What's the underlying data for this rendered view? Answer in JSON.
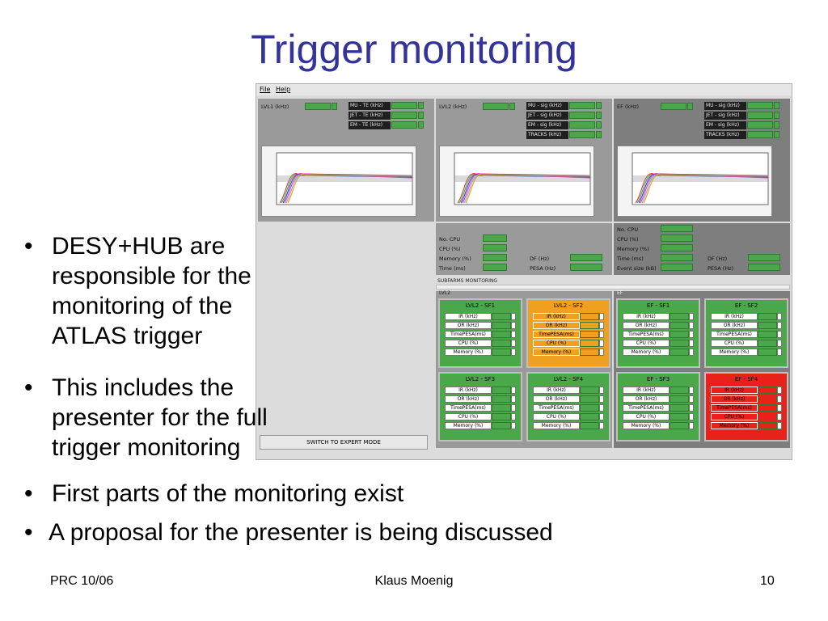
{
  "slide": {
    "title": "Trigger monitoring",
    "bullets": [
      {
        "lines": [
          "DESY+HUB are",
          "responsible for the",
          "monitoring of the",
          "ATLAS trigger"
        ]
      },
      {
        "lines": [
          "This includes the",
          "presenter for the full",
          "trigger monitoring"
        ]
      },
      {
        "lines": [
          "First parts of the monitoring exist"
        ]
      },
      {
        "lines": [
          "A proposal for the presenter is being discussed"
        ]
      }
    ],
    "bullet_glyph": "•",
    "footer": {
      "left": "PRC 10/06",
      "center": "Klaus Moenig",
      "right": "10"
    }
  },
  "screenshot": {
    "menu": [
      "File",
      "Help"
    ],
    "lvl1": {
      "rate_label": "LVL1 (kHz)",
      "tags": [
        "MU - TE (kHz)",
        "JET - TE (kHz)",
        "EM - TE (kHz)"
      ]
    },
    "lvl2": {
      "rate_label": "LVL2 (kHz)",
      "tags": [
        "MU - sig (kHz)",
        "JET - sig (kHz)",
        "EM - sig (kHz)",
        "TRACKS (kHz)"
      ],
      "stats_left": [
        "No. CPU",
        "CPU (%)",
        "Memory (%)",
        "Time (ms)"
      ],
      "stats_right": [
        "DF (Hz)",
        "PESA (Hz)"
      ]
    },
    "ef": {
      "rate_label": "EF (kHz)",
      "tags": [
        "MU - sig (kHz)",
        "JET - sig (kHz)",
        "EM - sig (kHz)",
        "TRACKS (kHz)"
      ],
      "stats_left": [
        "No. CPU",
        "CPU (%)",
        "Memory (%)",
        "Time (ms)",
        "Event size (kB)"
      ],
      "stats_right": [
        "DF (Hz)",
        "PESA (Hz)"
      ]
    },
    "subfarms_title": "SUBFARMS MONITORING",
    "lvl2_group": "LVL2",
    "ef_group": "EF",
    "subfarm_rows": [
      "IR (kHz)",
      "OR (kHz)",
      "TimePESA(ms)",
      "CPU (%)",
      "Memory (%)"
    ],
    "subfarms": [
      {
        "name": "LVL2 - SF1",
        "color": "#4aa84a"
      },
      {
        "name": "LVL2 - SF2",
        "color": "#f0a020"
      },
      {
        "name": "EF - SF1",
        "color": "#4aa84a"
      },
      {
        "name": "EF - SF2",
        "color": "#4aa84a"
      },
      {
        "name": "LVL2 - SF3",
        "color": "#4aa84a"
      },
      {
        "name": "LVL2 - SF4",
        "color": "#4aa84a"
      },
      {
        "name": "EF - SF3",
        "color": "#4aa84a"
      },
      {
        "name": "EF - SF4",
        "color": "#e8211a"
      }
    ],
    "expert_button": "SWITCH TO EXPERT MODE"
  }
}
